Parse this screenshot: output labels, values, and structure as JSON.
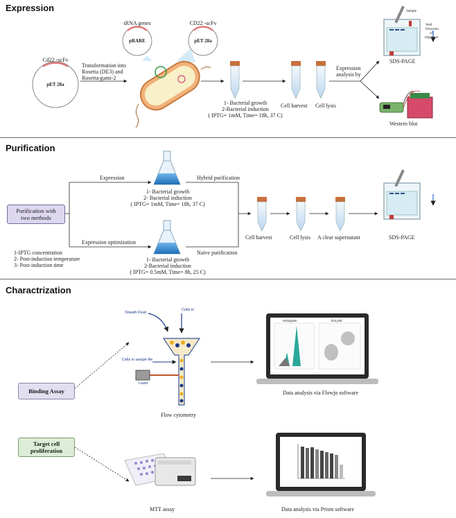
{
  "sections": {
    "expression": "Expression",
    "purification": "Purification",
    "characterization": "Charactrization"
  },
  "expression": {
    "left_plasmid_top": "Cd22 -scFv",
    "left_plasmid_name": "pET 28a",
    "transformation": [
      "Transformation into",
      "Rosetta (DE3) and",
      "Rosetta-gami-2"
    ],
    "trna_genes": "tRNA genes",
    "prare": "pRARE",
    "cd22_scfv": "CD22 -scFv",
    "pet28a": "pET 28a",
    "growth": [
      "1- Bacterial growth",
      "2-Bacterial induction",
      "( IPTG= 1mM, Time= 18h, 37 C)"
    ],
    "cell_harvest": "Cell harvest",
    "cell_lysis": "Cell lysis",
    "analysis": [
      "Expression",
      "analysis by"
    ],
    "sds_page": "SDS-PAGE",
    "western_blot": "Western blot",
    "gel_sample": "Sample",
    "gel_well": "Well",
    "gel_direction": [
      "Direction",
      "of",
      "migration"
    ]
  },
  "purification": {
    "methods_box": [
      "Purification with",
      "two methods"
    ],
    "expression": "Expression",
    "hybrid": "Hybrid purification",
    "growth1": [
      "1- Bacterial growth",
      "2- Bacterial induction",
      "( IPTG= 1mM, Time= 18h, 37 C)"
    ],
    "expression_opt": "Expression optimization",
    "opt_list": [
      "1-IPTG concentration",
      "2- Post-induction temperature",
      "3- Post-induction time"
    ],
    "naive": "Naive purification",
    "growth2": [
      "1- Bacterial growth",
      "2-Bacterial induction",
      "( IPTG= 0.5mM, Time= 8h, 25 C)"
    ],
    "cell_harvest": "Cell harvest",
    "cell_lysis": "Cell lysis",
    "supernatant": "A clear supernatant",
    "sds_page": "SDS-PAGE"
  },
  "characterization": {
    "binding_assay": "Binding Assay",
    "target_cell": [
      "Target cell",
      "proliferation"
    ],
    "sheath_fluid": "Sheath Fluid",
    "cells_in": "Cells in",
    "cells_single_file": "Cells in sangle file",
    "laser": "Laser",
    "flow_cytometry": "Flow cytometry",
    "flowjo": "Data analysis via Flowjo software",
    "histogram": "Histogram",
    "dot_plot": "Dot plot",
    "mtt": "MTT assay",
    "prism": "Data analysis via Prism software"
  },
  "colors": {
    "tube_cap": "#c8703a",
    "tube_liquid": "#bfd9f2",
    "flask_liquid": "#3d8fd6",
    "box_purple": "#ddd7f0",
    "box_green": "#dcecd6",
    "histogram_fill": "#2aa89a"
  }
}
